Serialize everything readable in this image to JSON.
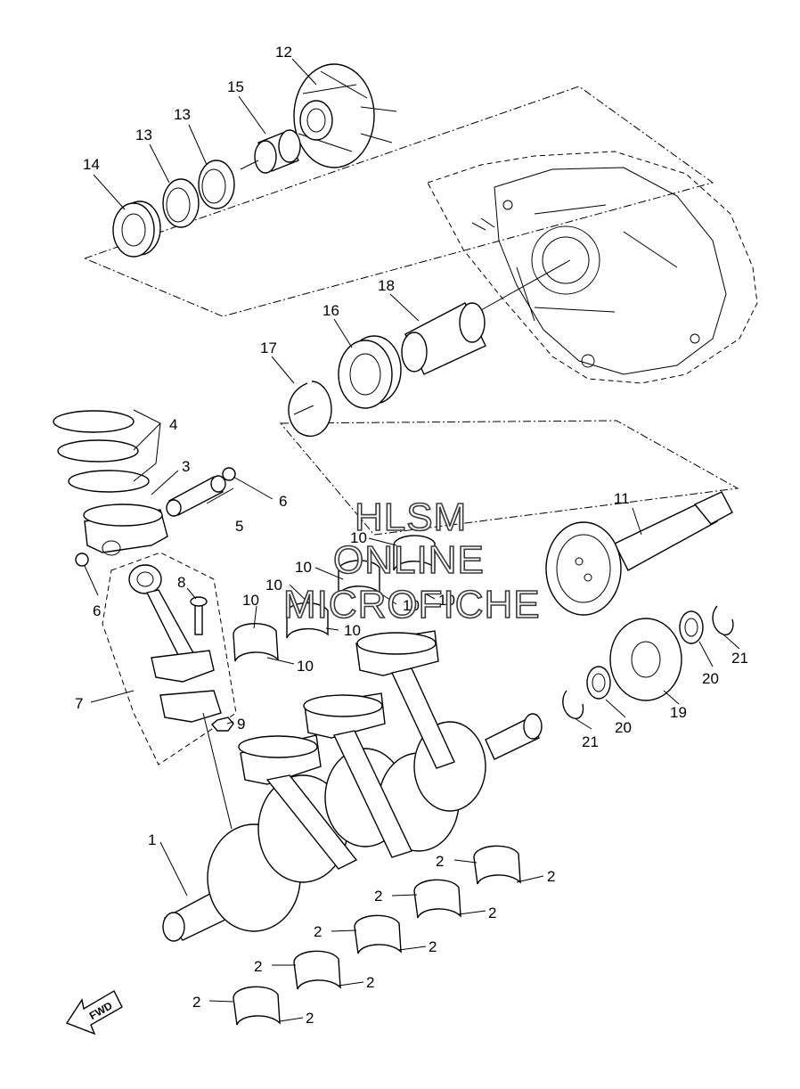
{
  "watermark": {
    "line1": "HLSM",
    "line2": "ONLINE",
    "line3": "MICROFICHE"
  },
  "direction_arrow": {
    "label": "FWD",
    "icon": "forward-arrow-icon"
  },
  "callouts": {
    "n1": "1",
    "n2": "2",
    "n3": "3",
    "n4": "4",
    "n5": "5",
    "n6": "6",
    "n7": "7",
    "n8": "8",
    "n9": "9",
    "n10": "10",
    "n11": "11",
    "n12": "12",
    "n13": "13",
    "n14": "14",
    "n15": "15",
    "n16": "16",
    "n17": "17",
    "n18": "18",
    "n19": "19",
    "n20": "20",
    "n21": "21"
  },
  "colors": {
    "line": "#000000",
    "background": "#ffffff",
    "watermark_outline": "#3a3a3a"
  }
}
